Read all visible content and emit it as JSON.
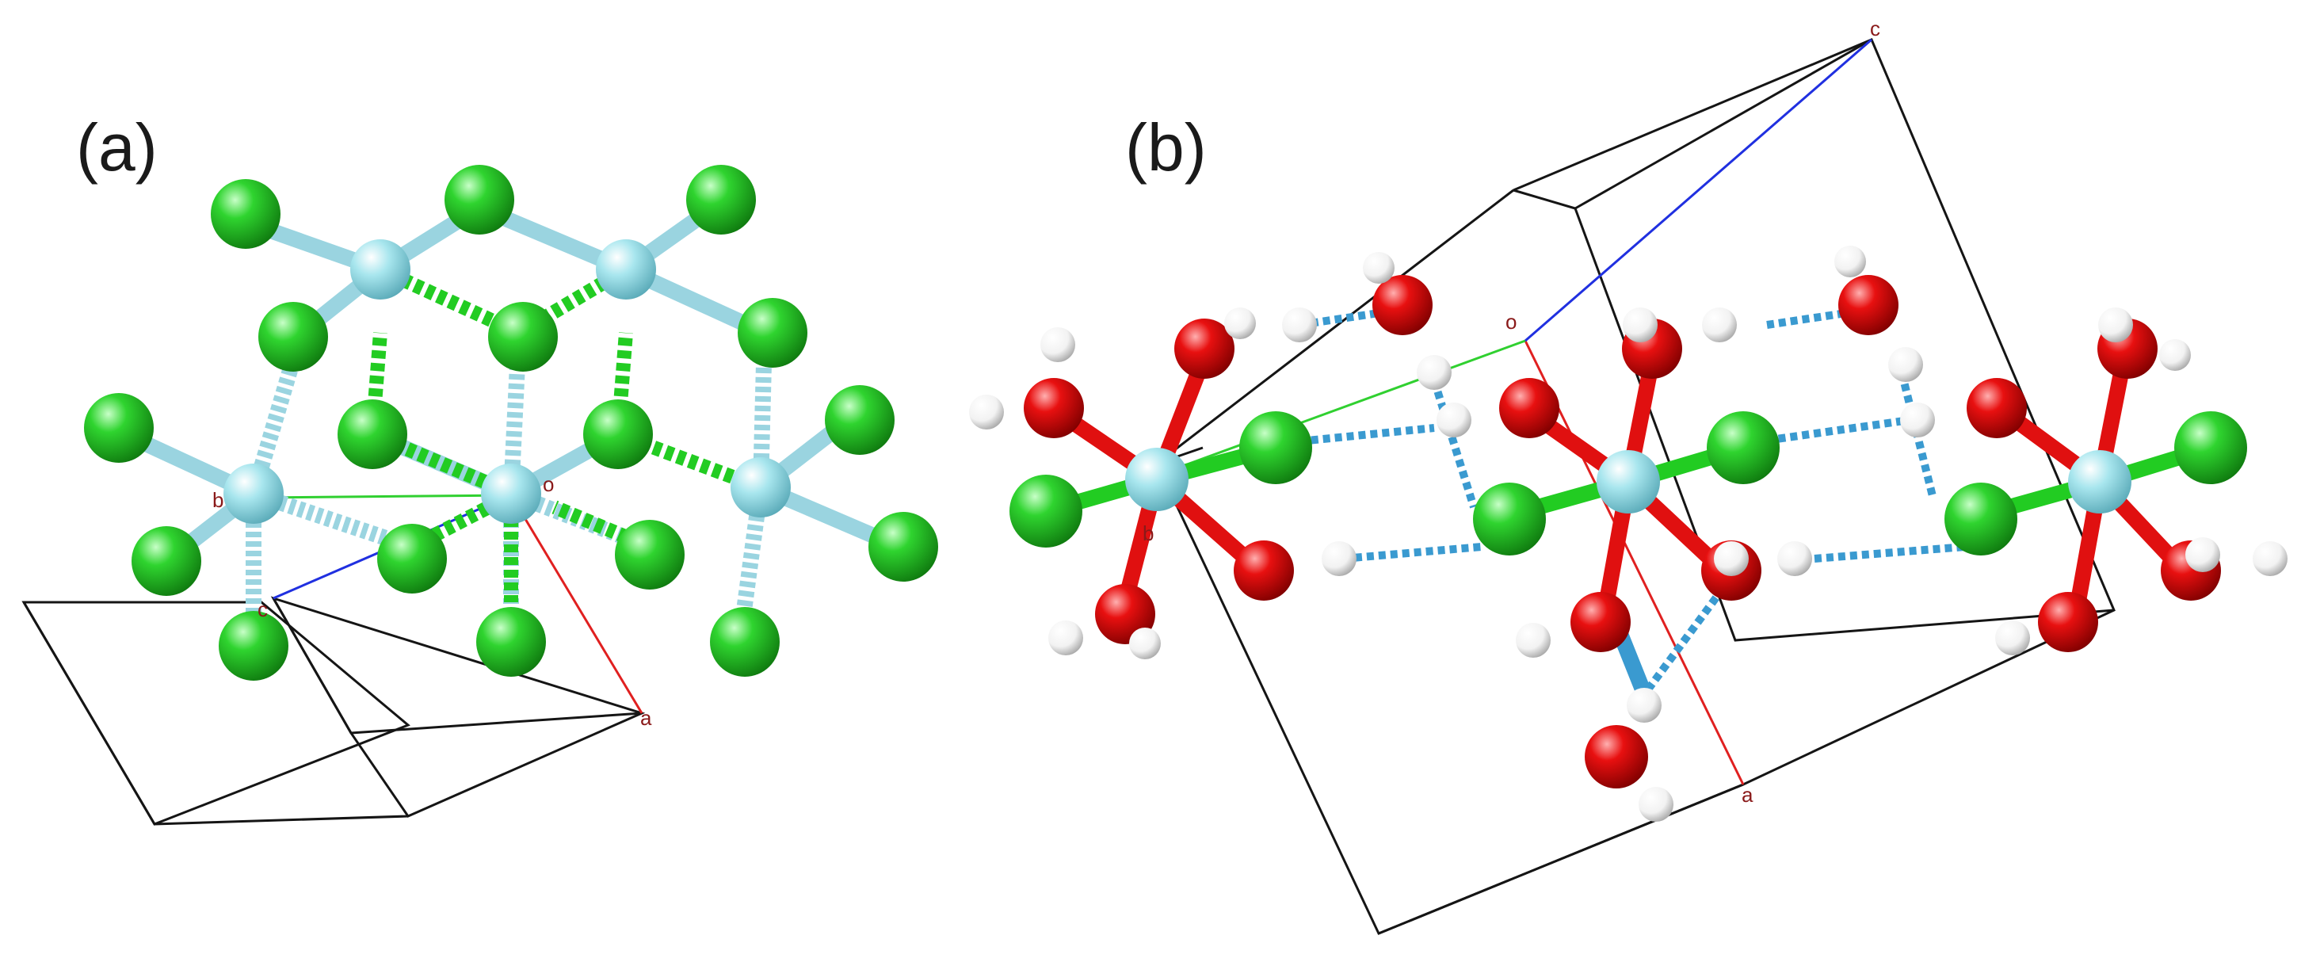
{
  "panels": [
    {
      "id": "a",
      "label": "(a)"
    },
    {
      "id": "b",
      "label": "(b)"
    }
  ],
  "axes_a": {
    "o": "o",
    "a": "a",
    "b": "b",
    "c": "c"
  },
  "axes_b": {
    "o": "o",
    "a": "a",
    "b": "b",
    "c": "c"
  },
  "colors": {
    "metal": "#9fdde8",
    "chlorine": "#22cc22",
    "oxygen": "#e01010",
    "hydrogen": "#ffffff",
    "hbond": "#3a9ad0",
    "cell": "#151515",
    "axis_a": "#e02020",
    "axis_b": "#30d030",
    "axis_c": "#2030e0"
  }
}
